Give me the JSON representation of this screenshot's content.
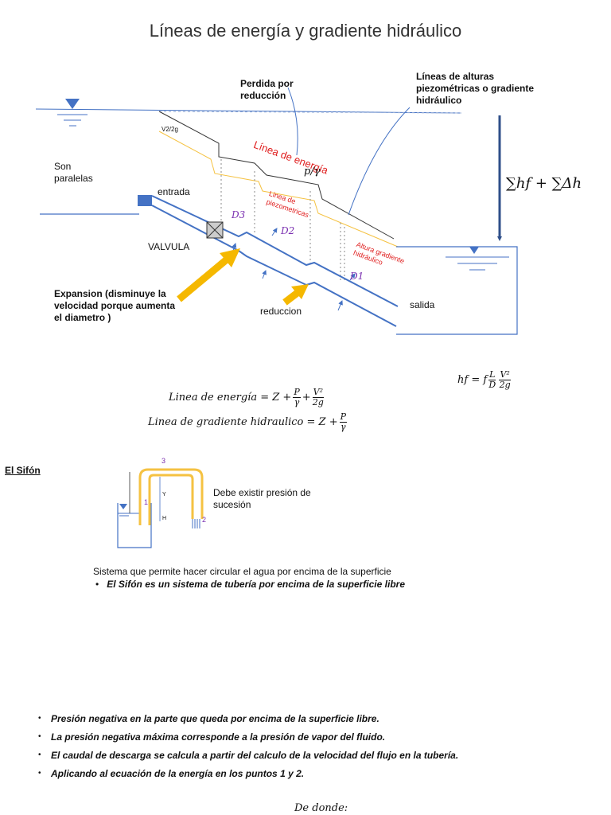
{
  "title": "Líneas de energía y gradiente hidráulico",
  "labels": {
    "perdida": "Perdida por reducción",
    "lineas_alturas": "Líneas de alturas piezométricas o gradiente hidráulico",
    "linea_energia": "Línea de energía",
    "v2_2g": "V2/2g",
    "p_gamma": "p/γ",
    "son_paralelas": "Son paralelas",
    "entrada": "entrada",
    "linea_piezo": "Linea de piezometricas",
    "d3": "D3",
    "d2": "D2",
    "d1": "D1",
    "valvula": "VALVULA",
    "altura_gradiente": "Altura gradiente hidráulico",
    "expansion": "Expansion (disminuye la velocidad porque aumenta el diametro )",
    "reduccion": "reduccion",
    "salida": "salida",
    "sum_hf": "∑hf + ∑Δh"
  },
  "equations": {
    "energia_lhs": "Linea de energía = Z +",
    "energia_p": "P",
    "energia_gamma": "γ",
    "energia_plus": "+",
    "energia_v2": "V²",
    "energia_2g": "2g",
    "gradiente_lhs": "Linea de gradiente hidraulico = Z +",
    "gradiente_p": "P",
    "gradiente_gamma": "γ",
    "hf_lhs": "hf = f",
    "hf_L": "L",
    "hf_D": "D",
    "hf_V2": "V²",
    "hf_2g": "2g"
  },
  "sifon": {
    "heading": "El Sifón",
    "num_3": "3",
    "num_1": "1",
    "num_2": "2",
    "y": "Y",
    "h": "H",
    "note": "Debe existir presión de sucesión",
    "desc": "Sistema que permite hacer circular el agua por encima de la superficie",
    "desc_bullet": "El Sifón es un sistema de tubería por encima de la superficie libre"
  },
  "bullets": [
    "Presión negativa en la parte que queda por encima de la superficie libre.",
    "La presión negativa máxima corresponde a la presión de vapor del fluido.",
    "El caudal de descarga se calcula a partir del calculo de la velocidad del flujo en la tubería.",
    "Aplicando al ecuación de la energía en los puntos 1 y 2."
  ],
  "footer": "De donde:",
  "colors": {
    "pipe": "#4472c4",
    "energy_line": "#e02020",
    "gradient_line": "#f5c242",
    "arrow": "#f5b800",
    "purple": "#7a2fb0"
  }
}
